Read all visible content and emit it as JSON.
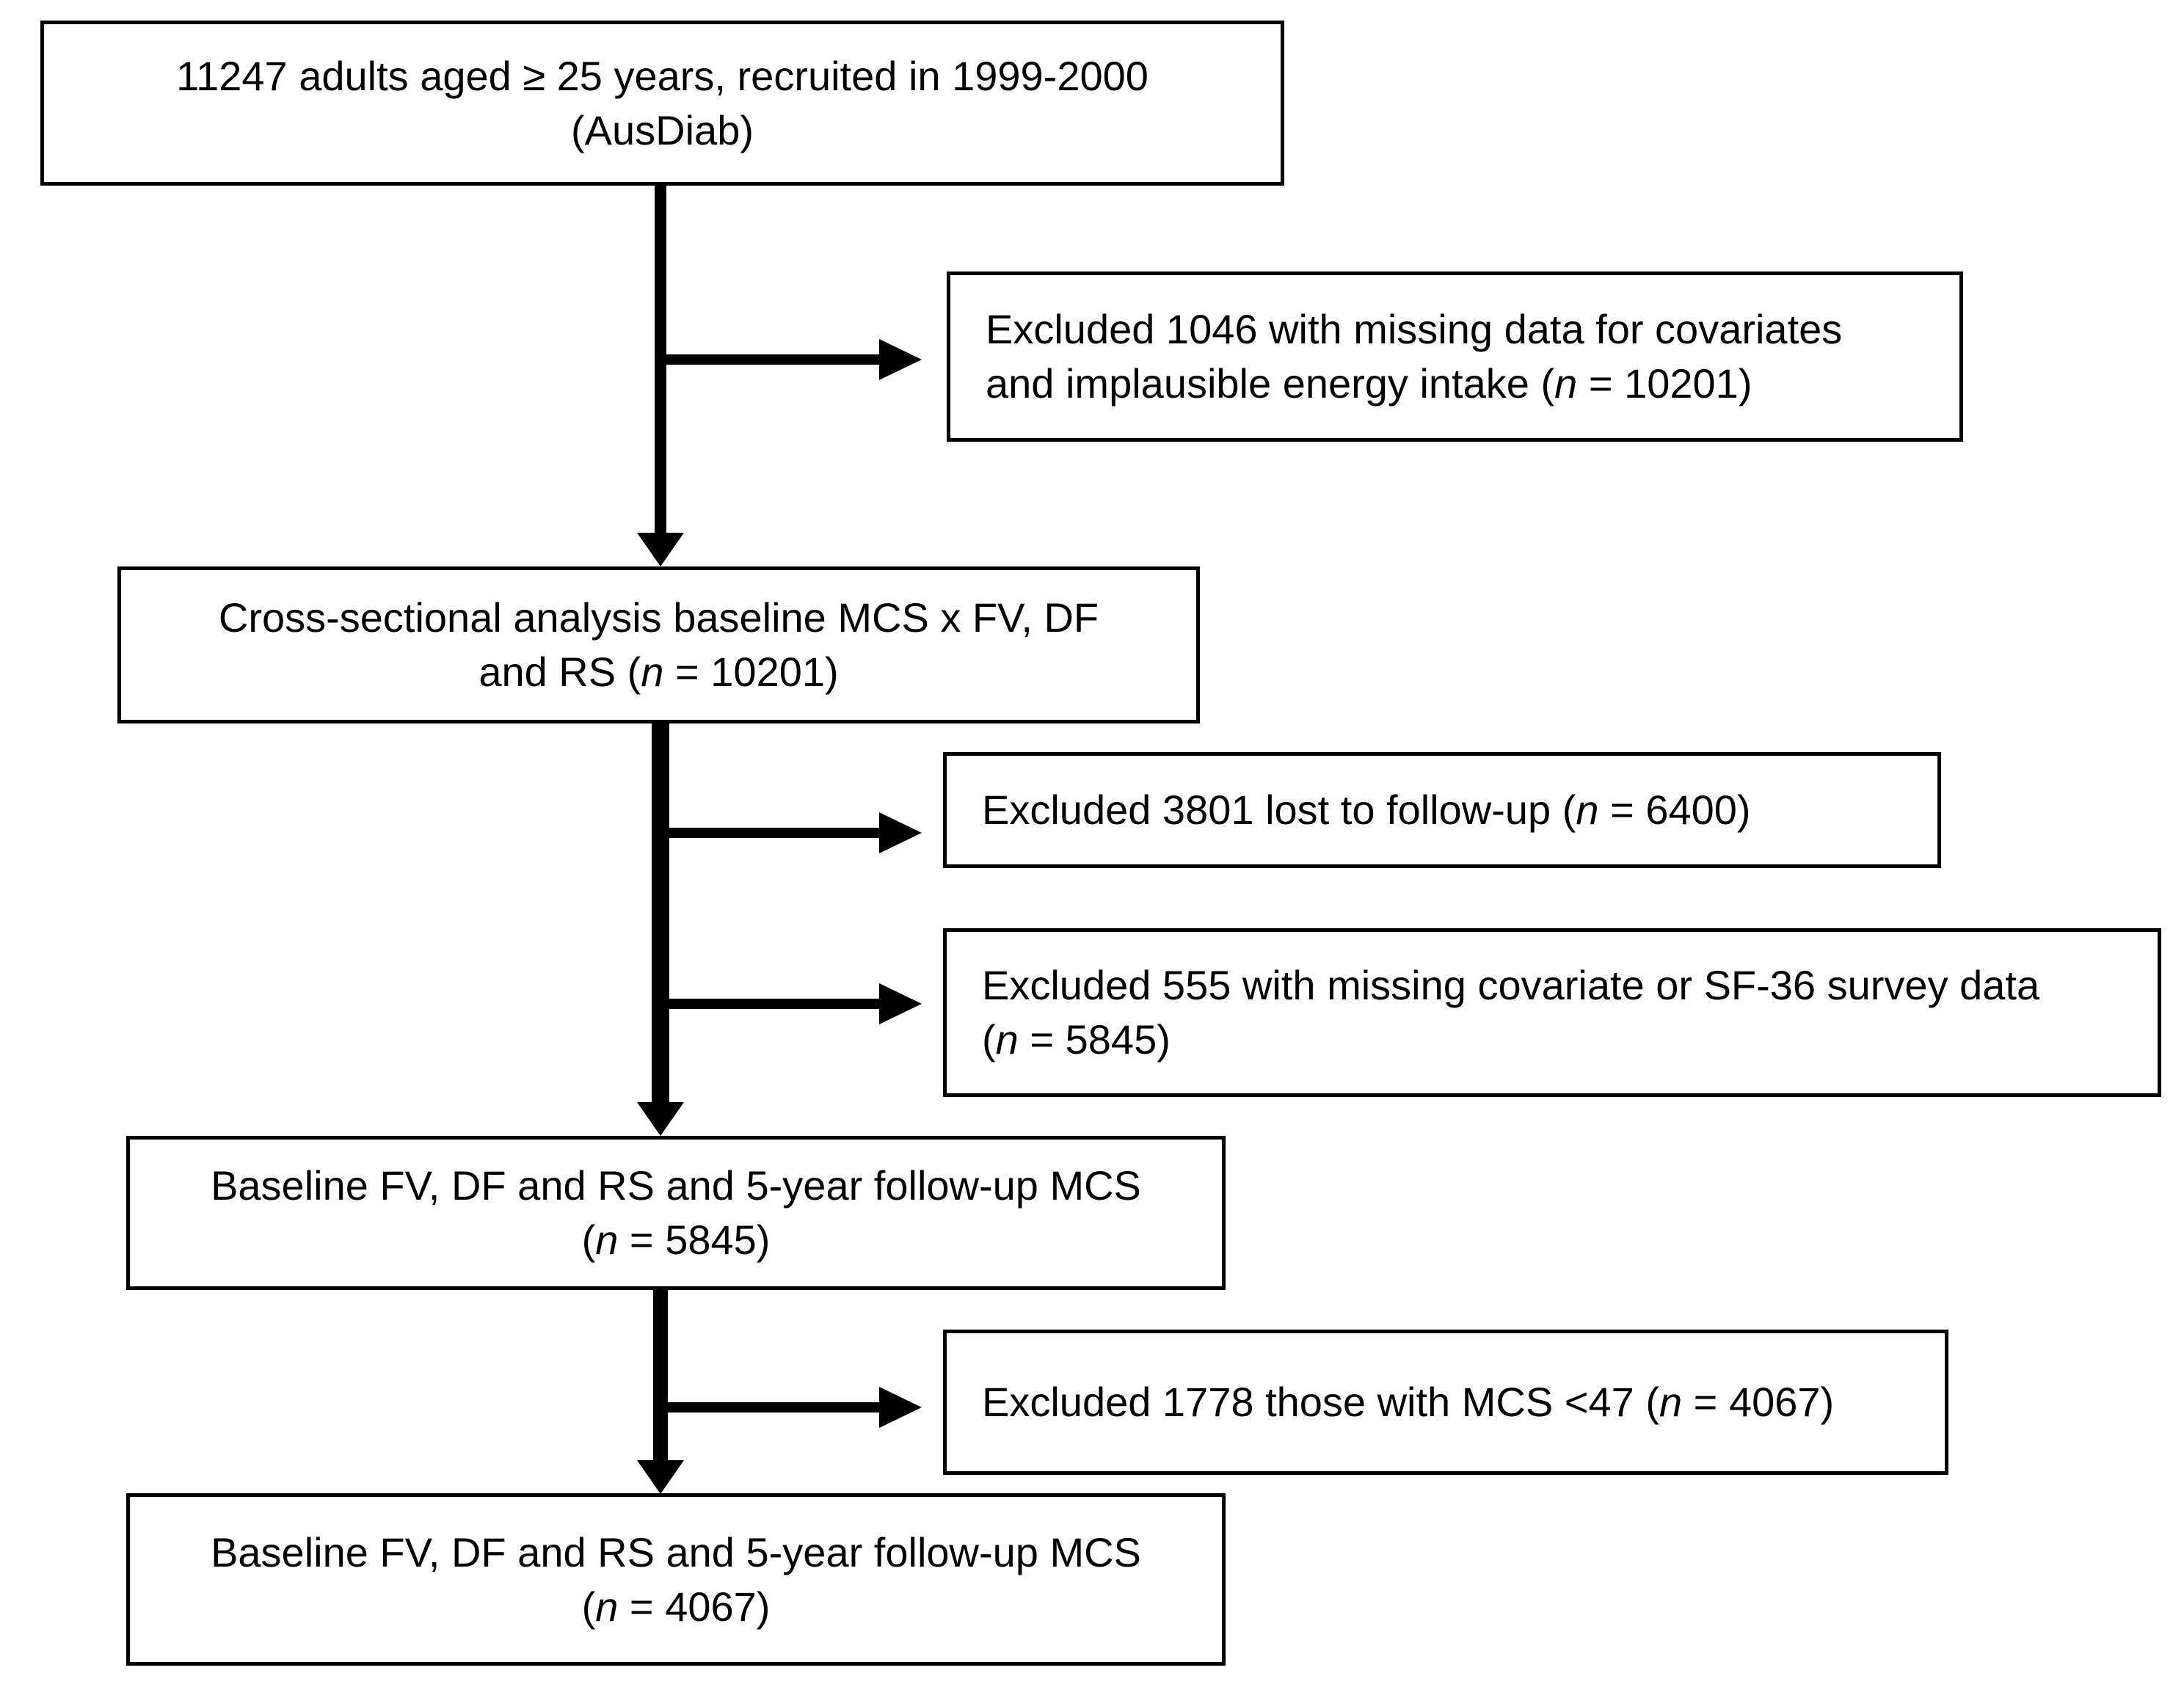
{
  "figure": {
    "type": "participant-flow-diagram",
    "background_color": "#ffffff",
    "box_border_color": "#000000",
    "arrow_color": "#000000",
    "text_color": "#000000"
  },
  "flowchart": {
    "boxes": [
      {
        "name": "box-recruited",
        "kind": "main",
        "lines": [
          [
            {
              "t": "11247 adults aged ≥ 25 years, recruited in 1999-2000"
            }
          ],
          [
            {
              "t": "(AusDiab)"
            }
          ]
        ]
      },
      {
        "name": "box-excluded-covariates",
        "kind": "excluded",
        "lines": [
          [
            {
              "t": "Excluded 1046 with missing data for covariates"
            }
          ],
          [
            {
              "t": "and implausible energy intake ("
            },
            {
              "t": "n",
              "i": true
            },
            {
              "t": " = 10201)"
            }
          ]
        ]
      },
      {
        "name": "box-cross-sectional",
        "kind": "main",
        "lines": [
          [
            {
              "t": "Cross-sectional analysis baseline MCS x FV, DF"
            }
          ],
          [
            {
              "t": "and RS ("
            },
            {
              "t": "n",
              "i": true
            },
            {
              "t": " = 10201)"
            }
          ]
        ]
      },
      {
        "name": "box-excluded-lost-followup",
        "kind": "excluded",
        "lines": [
          [
            {
              "t": "Excluded 3801 lost to follow-up ("
            },
            {
              "t": "n",
              "i": true
            },
            {
              "t": " = 6400)"
            }
          ]
        ]
      },
      {
        "name": "box-excluded-sf36",
        "kind": "excluded",
        "lines": [
          [
            {
              "t": "Excluded 555 with missing covariate or SF-36 survey data"
            }
          ],
          [
            {
              "t": "("
            },
            {
              "t": "n",
              "i": true
            },
            {
              "t": " = 5845)"
            }
          ]
        ]
      },
      {
        "name": "box-baseline-5845",
        "kind": "main",
        "lines": [
          [
            {
              "t": "Baseline FV, DF and RS and 5-year follow-up MCS"
            }
          ],
          [
            {
              "t": "("
            },
            {
              "t": "n",
              "i": true
            },
            {
              "t": " = 5845)"
            }
          ]
        ]
      },
      {
        "name": "box-excluded-mcs47",
        "kind": "excluded",
        "lines": [
          [
            {
              "t": "Excluded 1778 those with MCS <47 ("
            },
            {
              "t": "n",
              "i": true
            },
            {
              "t": " = 4067)"
            }
          ]
        ]
      },
      {
        "name": "box-baseline-4067",
        "kind": "main",
        "lines": [
          [
            {
              "t": "Baseline FV, DF and RS and 5-year follow-up MCS"
            }
          ],
          [
            {
              "t": "("
            },
            {
              "t": "n",
              "i": true
            },
            {
              "t": " = 4067)"
            }
          ]
        ]
      }
    ],
    "edges": [
      {
        "from": "box-recruited",
        "to": "box-cross-sectional"
      },
      {
        "from": "box-recruited",
        "to": "box-excluded-covariates"
      },
      {
        "from": "box-cross-sectional",
        "to": "box-baseline-5845"
      },
      {
        "from": "box-cross-sectional",
        "to": "box-excluded-lost-followup"
      },
      {
        "from": "box-cross-sectional",
        "to": "box-excluded-sf36"
      },
      {
        "from": "box-baseline-5845",
        "to": "box-baseline-4067"
      },
      {
        "from": "box-baseline-5845",
        "to": "box-excluded-mcs47"
      }
    ]
  }
}
